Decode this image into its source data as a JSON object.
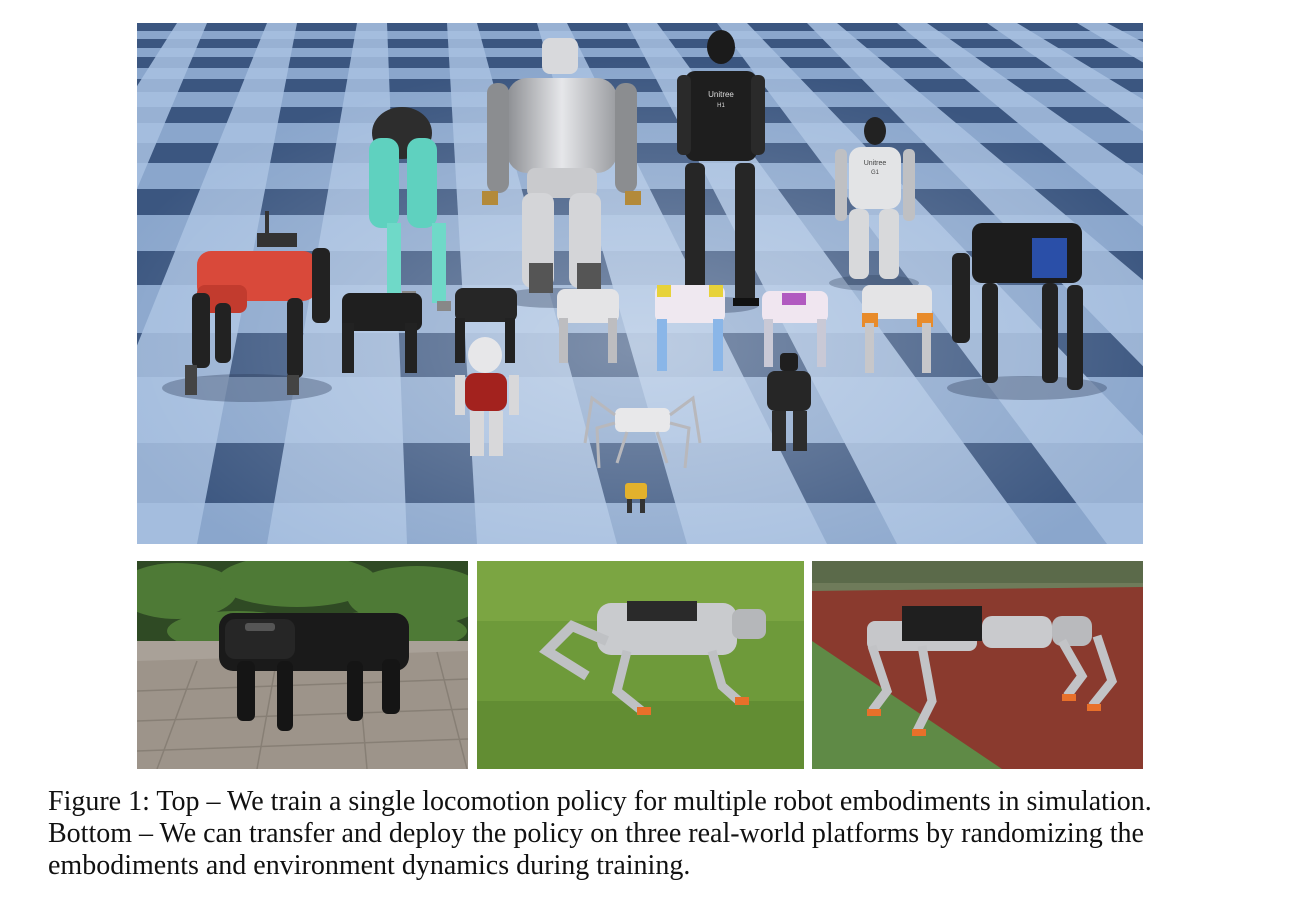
{
  "figure": {
    "caption_lines": [
      "Figure 1: Top – We train a single locomotion policy for multiple robot embodiments in simulation.",
      "Bottom – We can transfer and deploy the policy on three real-world platforms by randomizing the",
      "embodiments and environment dynamics during training."
    ],
    "robot_labels": {
      "h1_line1": "Unitree",
      "h1_line2": "H1",
      "g1_line1": "Unitree",
      "g1_line2": "G1"
    }
  }
}
